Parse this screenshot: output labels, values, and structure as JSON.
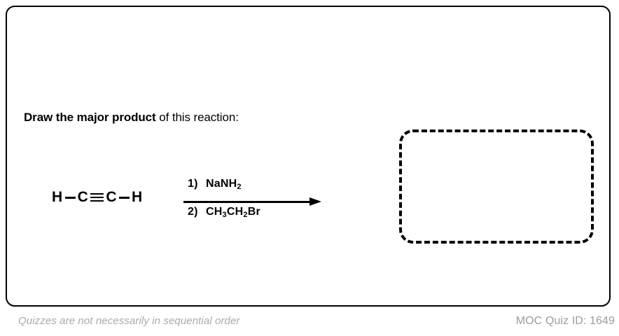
{
  "card": {
    "border_color": "#000000",
    "background": "#ffffff"
  },
  "prompt": {
    "emphasis": "Draw the major product",
    "rest": " of this reaction:"
  },
  "reaction": {
    "starting_material": {
      "name": "acetylene",
      "formula_text": "H−C≡C−H",
      "atoms": {
        "h_left": "H",
        "c_left": "C",
        "c_right": "C",
        "h_right": "H"
      },
      "bonds": {
        "left": "single-bond",
        "middle": "triple-bond",
        "right": "single-bond"
      }
    },
    "reagents": [
      {
        "number": "1)",
        "formula": "NaNH",
        "subscript": "2",
        "suffix": ""
      },
      {
        "number": "2)",
        "formula": "CH",
        "subscript": "3",
        "suffix": "CH"
      }
    ],
    "reagent_top": {
      "number": "1)",
      "parts": [
        {
          "text": "NaNH",
          "sub": false
        },
        {
          "text": "2",
          "sub": true
        }
      ]
    },
    "reagent_bottom": {
      "number": "2)",
      "parts": [
        {
          "text": "CH",
          "sub": false
        },
        {
          "text": "3",
          "sub": true
        },
        {
          "text": "CH",
          "sub": false
        },
        {
          "text": "2",
          "sub": true
        },
        {
          "text": "Br",
          "sub": false
        }
      ]
    },
    "arrow": {
      "direction": "right",
      "color": "#000000"
    }
  },
  "answer_box": {
    "content": "",
    "placeholder": "",
    "border_style": "dashed",
    "border_color": "#000000"
  },
  "footer": {
    "note": "Quizzes are not necessarily in sequential order",
    "quiz_id": "MOC Quiz ID: 1649",
    "text_color": "#a9a9a9"
  }
}
